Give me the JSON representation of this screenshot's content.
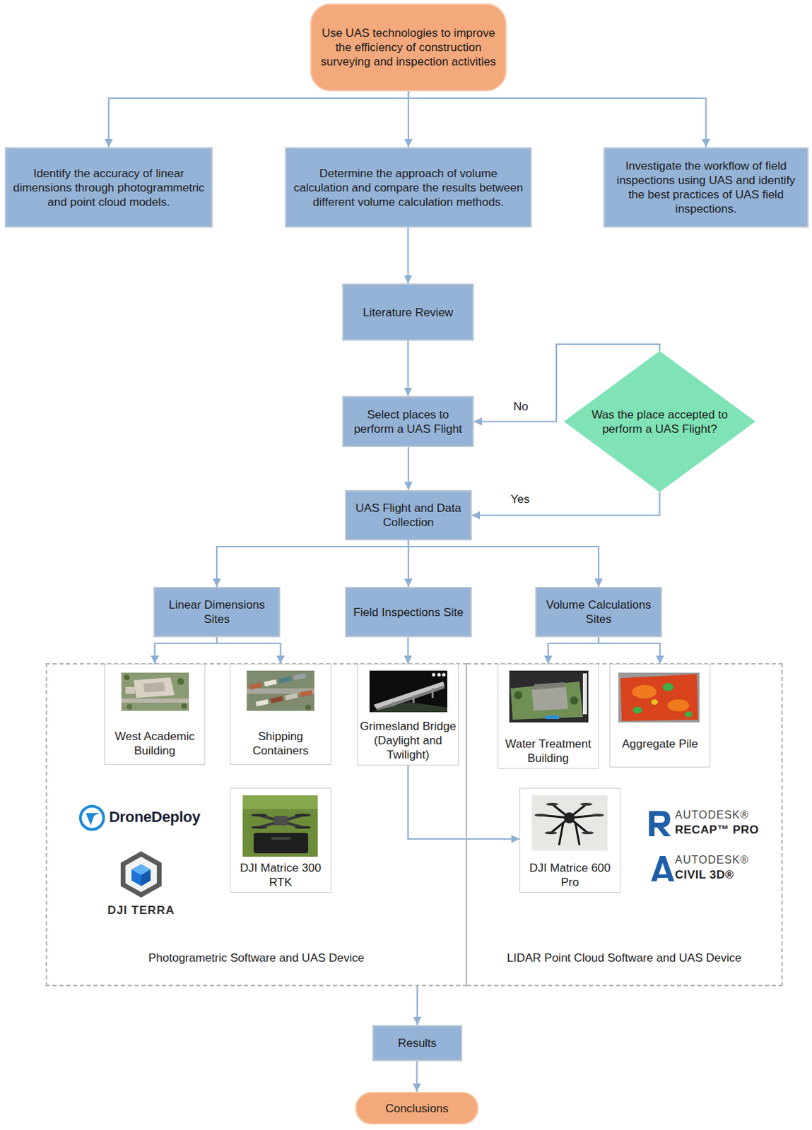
{
  "diagram": {
    "nodes": [
      {
        "text": [
          "Use UAS technologies to improve the efficiency of construction surveying and inspection activities"
        ]
      },
      {
        "text": [
          "Identify the accuracy of linear dimensions through photogrammetric and point cloud models."
        ]
      },
      {
        "text": [
          "Determine the approach of volume calculation and compare the results between different volume calculation methods."
        ]
      },
      {
        "text": [
          "Investigate the workflow of field inspections using UAS and identify the best practices of UAS field inspections."
        ]
      },
      {
        "text": [
          "Literature Review"
        ]
      },
      {
        "text": [
          "Select places to perform a UAS Flight"
        ]
      },
      {
        "text": [
          "Was the place accepted to perform a UAS Flight?"
        ]
      },
      {
        "text": [
          "UAS Flight and Data Collection"
        ]
      },
      {
        "text": [
          "Linear Dimensions Sites"
        ]
      },
      {
        "text": [
          "Field Inspections Site"
        ]
      },
      {
        "text": [
          "Volume Calculations Sites"
        ]
      },
      {
        "text": [
          "Photogrametric Software and UAS Device"
        ]
      },
      {
        "text": [
          "West Academic Building"
        ],
        "in": 11
      },
      {
        "text": [
          "Shipping Containers"
        ],
        "in": 11
      },
      {
        "text": [
          "Grimesland Bridge (Daylight and Twilight)"
        ],
        "in": 11
      },
      {
        "text": [
          "DJI Matrice 300 RTK"
        ],
        "in": 11
      },
      {
        "text": [
          "LIDAR Point Cloud Software and UAS Device"
        ]
      },
      {
        "text": [
          "Water Treatment Building"
        ],
        "in": 16
      },
      {
        "text": [
          "Aggregate Pile"
        ],
        "in": 16
      },
      {
        "text": [
          "DJI Matrice 600 Pro"
        ],
        "in": 16
      },
      {
        "text": [
          "Results"
        ]
      },
      {
        "text": [
          "Conclusions"
        ]
      }
    ],
    "edges": [
      {
        "from": 0,
        "to": 1,
        "arrow": "to"
      },
      {
        "from": 0,
        "to": 2,
        "arrow": "to"
      },
      {
        "from": 0,
        "to": 3,
        "arrow": "to"
      },
      {
        "from": 2,
        "to": 4,
        "arrow": "to"
      },
      {
        "from": 4,
        "to": 5,
        "arrow": "to"
      },
      {
        "from": 5,
        "to": 7,
        "arrow": "to"
      },
      {
        "from": 6,
        "to": 5,
        "label": "No",
        "arrow": "to"
      },
      {
        "from": 6,
        "to": 7,
        "label": "Yes",
        "arrow": "to"
      },
      {
        "from": 7,
        "to": 8,
        "arrow": "to"
      },
      {
        "from": 7,
        "to": 9,
        "arrow": "to"
      },
      {
        "from": 7,
        "to": 10,
        "arrow": "to"
      },
      {
        "from": 8,
        "to": 12,
        "arrow": "to"
      },
      {
        "from": 8,
        "to": 13,
        "arrow": "to"
      },
      {
        "from": 9,
        "to": 14,
        "arrow": "to"
      },
      {
        "from": 10,
        "to": 17,
        "arrow": "to"
      },
      {
        "from": 10,
        "to": 18,
        "arrow": "to"
      },
      {
        "from": 14,
        "to": 19,
        "arrow": "to"
      },
      {
        "from": 11,
        "to": 20,
        "arrow": "to"
      },
      {
        "from": 20,
        "to": 21,
        "arrow": "to"
      }
    ],
    "labels": [
      "DroneDeploy",
      "DJI TERRA",
      "AUTODESK®",
      "RECAP™ PRO",
      "AUTODESK®",
      "CIVIL 3D®"
    ]
  }
}
